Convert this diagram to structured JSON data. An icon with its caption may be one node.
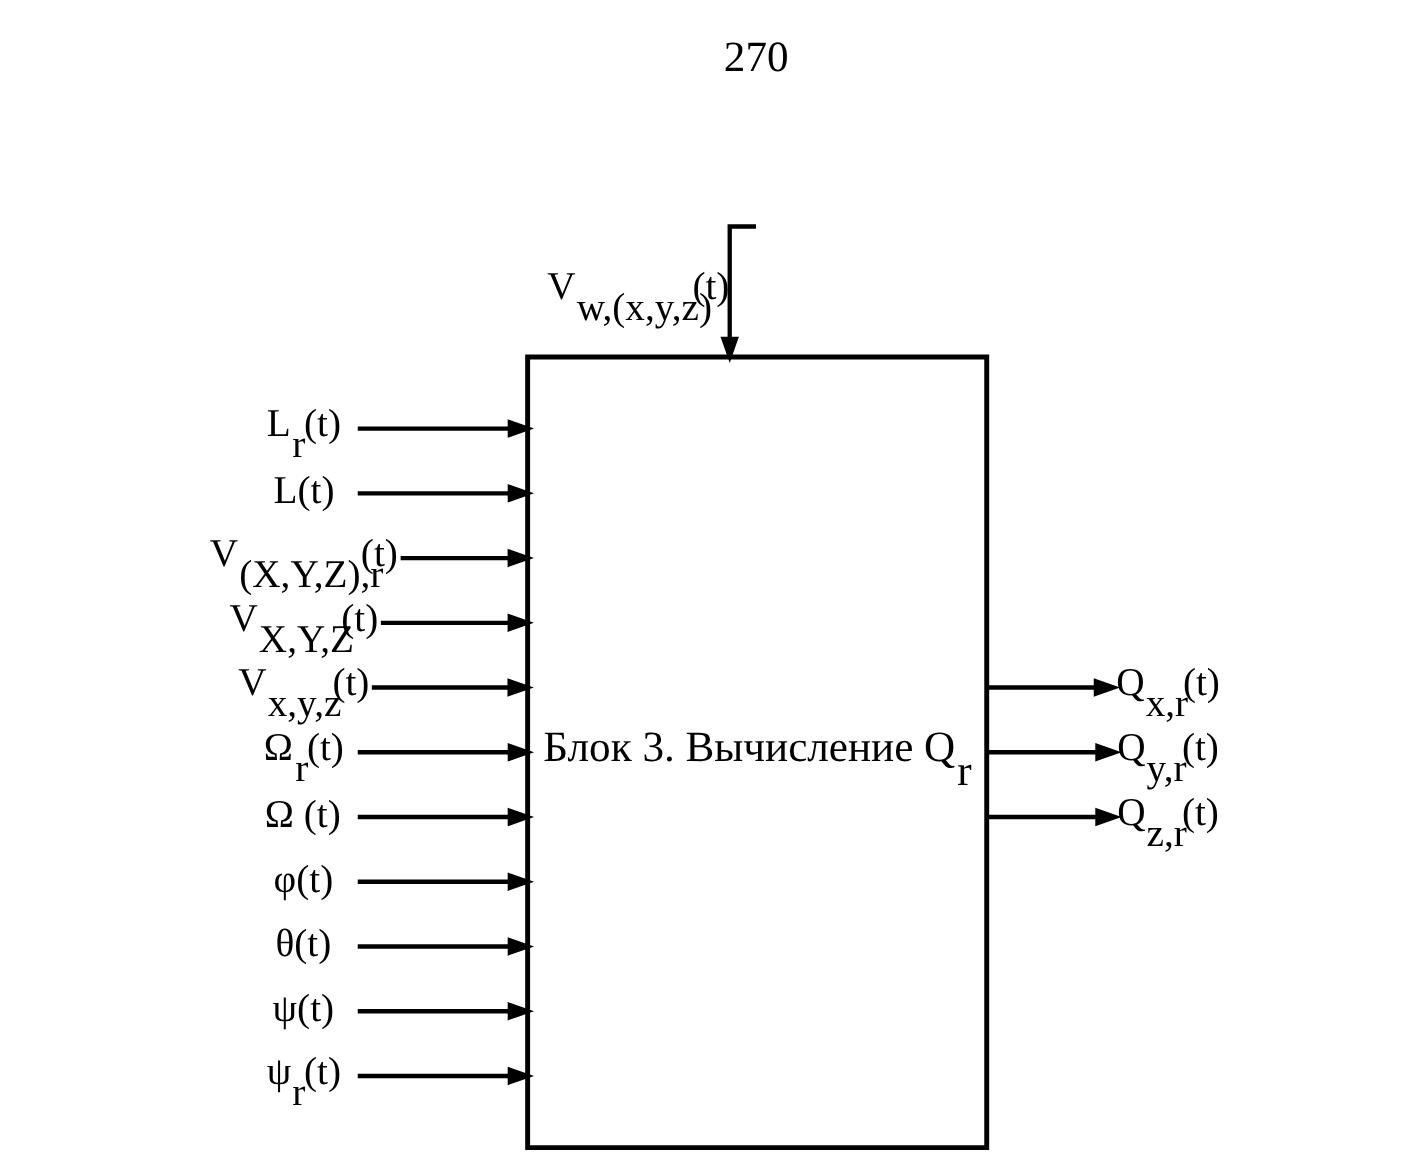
{
  "diagram": {
    "nodes": [
      {
        "text": [
          "Блок 3. Вычисление Q$_{r}$"
        ]
      },
      {
        "text": [
          "L$_{r}$(t)"
        ]
      },
      {
        "text": [
          "L(t)"
        ]
      },
      {
        "text": [
          "V$_{(X,Y,Z),r}$(t)"
        ]
      },
      {
        "text": [
          "V$_{X,Y,Z}$(t)"
        ]
      },
      {
        "text": [
          "V$_{x,y,z}$(t)"
        ]
      },
      {
        "text": [
          "Ω$_{r}$(t)"
        ]
      },
      {
        "text": [
          "Ω (t)"
        ]
      },
      {
        "text": [
          "φ(t)"
        ]
      },
      {
        "text": [
          "θ(t)"
        ]
      },
      {
        "text": [
          "ψ(t)"
        ]
      },
      {
        "text": [
          "ψ$_{r}$(t)"
        ]
      },
      {
        "text": [
          "Q$_{x,r}$(t)"
        ]
      },
      {
        "text": [
          "Q$_{y,r}$(t)"
        ]
      },
      {
        "text": [
          "Q$_{z,r}$(t)"
        ]
      }
    ],
    "edges": [
      {
        "from": null,
        "to": 0,
        "arrow": "to",
        "label": "V$_{w,(x,y,z)}$(t)"
      },
      {
        "from": 1,
        "to": 0,
        "arrow": "to"
      },
      {
        "from": 2,
        "to": 0,
        "arrow": "to"
      },
      {
        "from": 3,
        "to": 0,
        "arrow": "to"
      },
      {
        "from": 4,
        "to": 0,
        "arrow": "to"
      },
      {
        "from": 5,
        "to": 0,
        "arrow": "to"
      },
      {
        "from": 6,
        "to": 0,
        "arrow": "to"
      },
      {
        "from": 7,
        "to": 0,
        "arrow": "to"
      },
      {
        "from": 8,
        "to": 0,
        "arrow": "to"
      },
      {
        "from": 9,
        "to": 0,
        "arrow": "to"
      },
      {
        "from": 10,
        "to": 0,
        "arrow": "to"
      },
      {
        "from": 11,
        "to": 0,
        "arrow": "to"
      },
      {
        "from": 0,
        "to": 12,
        "arrow": "to"
      },
      {
        "from": 0,
        "to": 13,
        "arrow": "to"
      },
      {
        "from": 0,
        "to": 14,
        "arrow": "to"
      }
    ],
    "labels": [
      "270"
    ]
  }
}
